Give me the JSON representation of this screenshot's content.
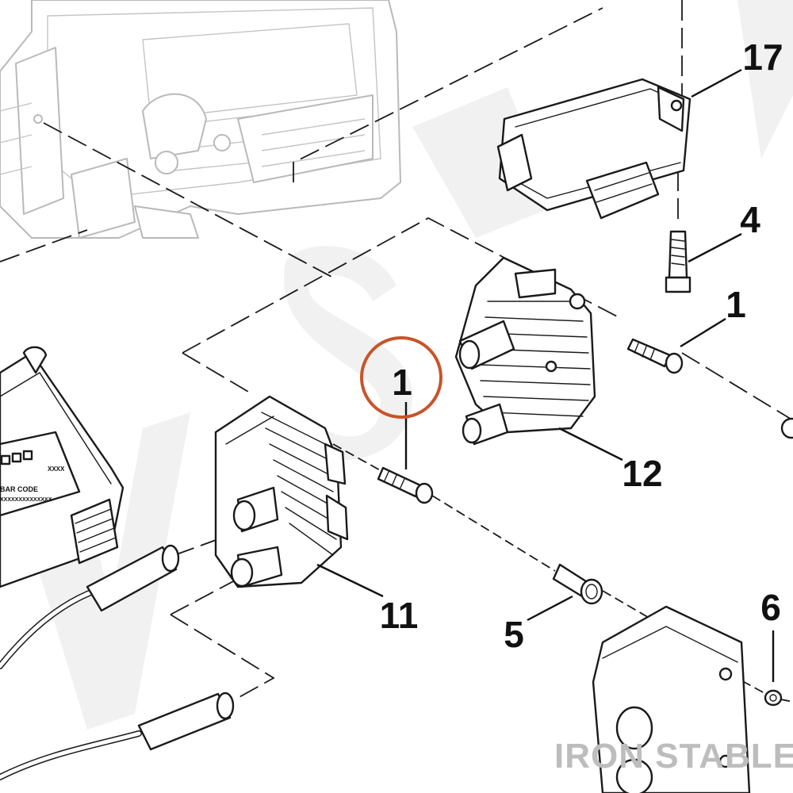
{
  "diagram": {
    "callouts": [
      {
        "label": "17"
      },
      {
        "label": "4"
      },
      {
        "label": "1"
      },
      {
        "label": "1"
      },
      {
        "label": "12"
      },
      {
        "label": "11"
      },
      {
        "label": "5"
      },
      {
        "label": "6"
      }
    ],
    "ecm_label": {
      "bar_code": "BAR CODE",
      "digits": "XXXXXXXXXXXXXX",
      "code": "XXXX"
    },
    "highlight_color": "#c8542a",
    "watermark": "IRON STABLE",
    "watermark_color": "#bdbdbd"
  }
}
